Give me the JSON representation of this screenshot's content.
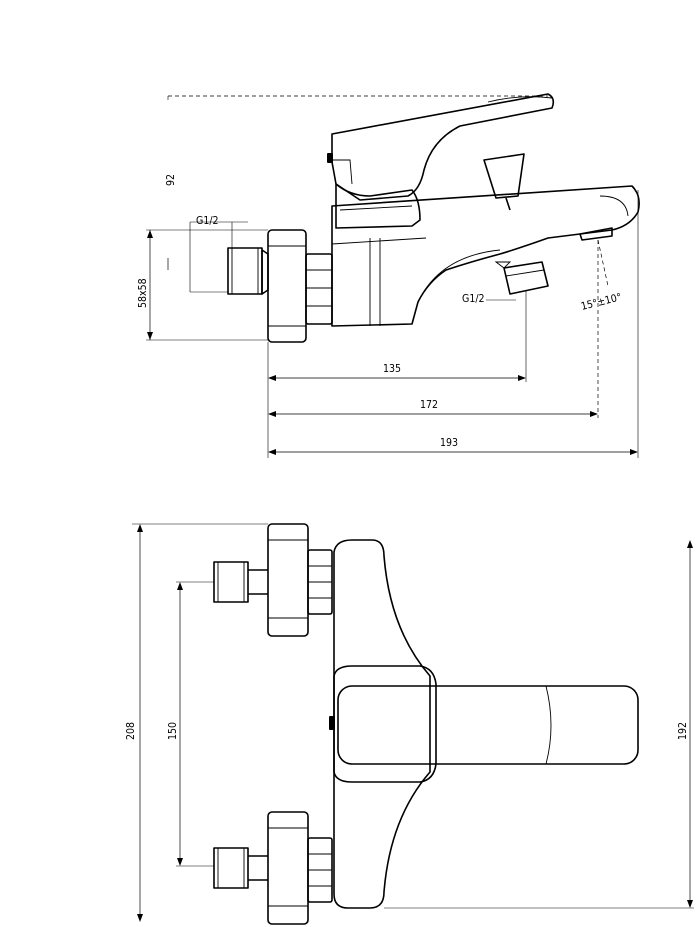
{
  "side_view": {
    "height_label": "92",
    "inlet_thread_label": "G1/2",
    "flange_label": "58x58",
    "outlet_thread_label": "G1/2",
    "angle_label": "15°±10°",
    "dim_outlet_label": "135",
    "dim_aerator_label": "172",
    "dim_total_label": "193"
  },
  "front_view": {
    "total_height_label": "208",
    "inlet_spacing_label": "150",
    "body_height_label": "192"
  }
}
